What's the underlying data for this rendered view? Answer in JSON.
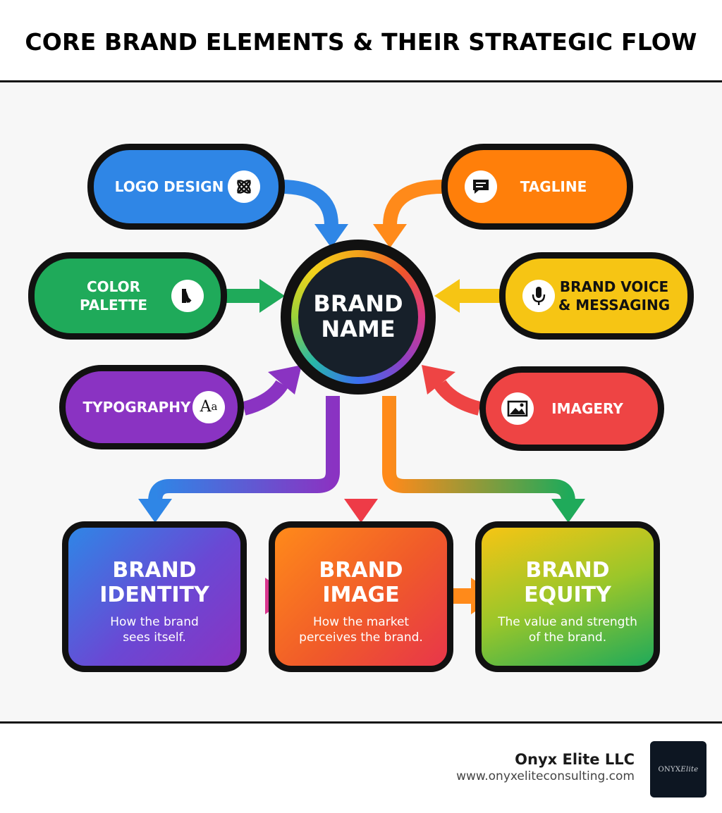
{
  "title": "CORE BRAND ELEMENTS & THEIR STRATEGIC FLOW",
  "hub": {
    "label": "BRAND NAME"
  },
  "inputs": [
    {
      "label": "LOGO DESIGN",
      "icon": "logo-knot-icon",
      "color": "#2f86e6"
    },
    {
      "label": "COLOR PALETTE",
      "icon": "swatch-icon",
      "color": "#1faa5a"
    },
    {
      "label": "TYPOGRAPHY",
      "icon": "font-icon",
      "color": "#8a33c2"
    },
    {
      "label": "TAGLINE",
      "icon": "chat-icon",
      "color": "#ff7f0a"
    },
    {
      "label": "BRAND VOICE & MESSAGING",
      "icon": "microphone-icon",
      "color": "#f6c514"
    },
    {
      "label": "IMAGERY",
      "icon": "image-icon",
      "color": "#ee4444"
    }
  ],
  "outcomes": [
    {
      "title": "BRAND IDENTITY",
      "description": "How the brand sees itself."
    },
    {
      "title": "BRAND IMAGE",
      "description": "How the market perceives the brand."
    },
    {
      "title": "BRAND EQUITY",
      "description": "The value and strength of the brand."
    }
  ],
  "footer": {
    "company": "Onyx Elite LLC",
    "url": "www.onyxeliteconsulting.com",
    "logo_text": "ONYX Elite"
  }
}
